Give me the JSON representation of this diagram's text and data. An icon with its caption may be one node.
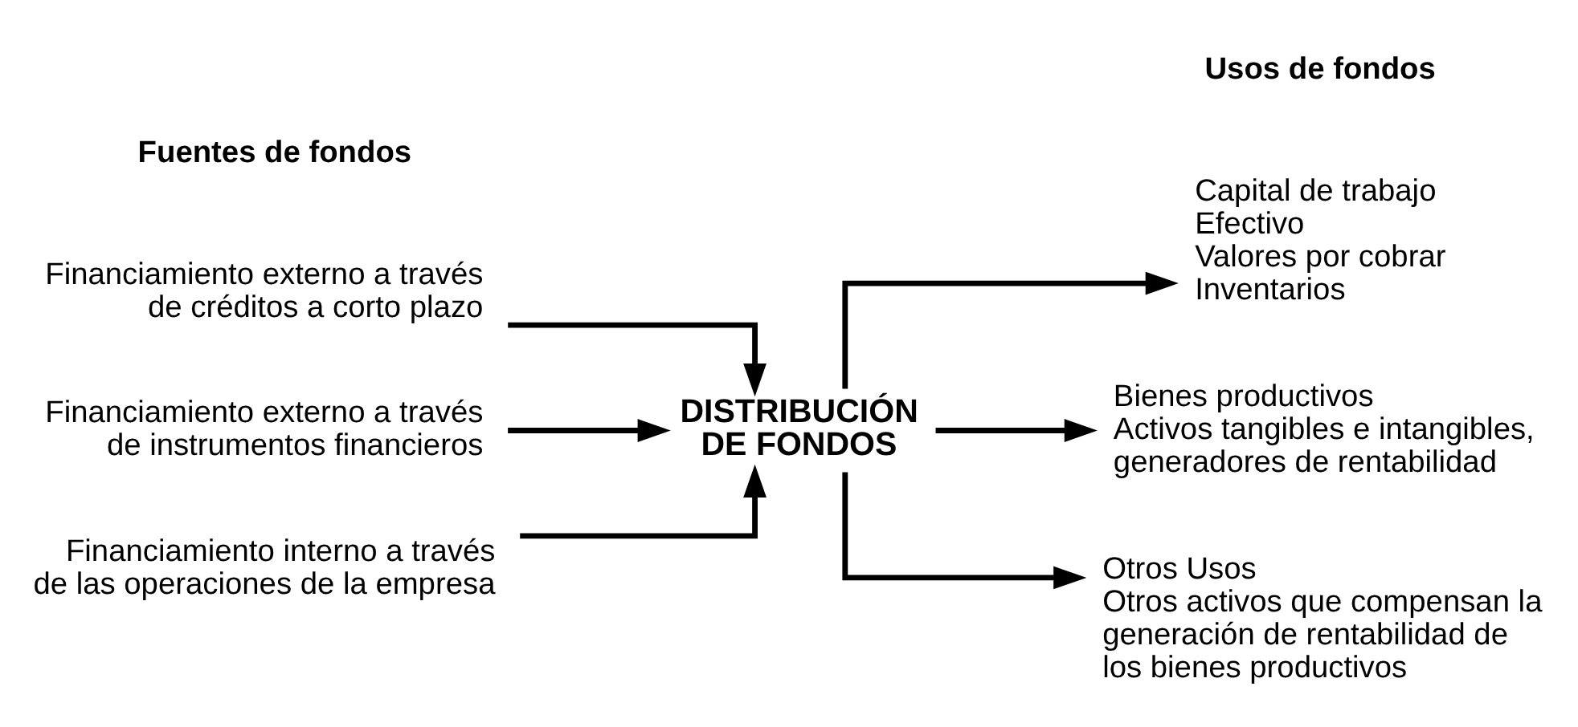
{
  "diagram": {
    "nodes": [
      {
        "text": [
          "Financiamiento externo a través de créditos a corto plazo"
        ]
      },
      {
        "text": [
          "Financiamiento externo a través de instrumentos financieros"
        ]
      },
      {
        "text": [
          "Financiamiento interno a través de las operaciones de la empresa"
        ]
      },
      {
        "text": [
          "DISTRIBUCIÓN DE FONDOS"
        ]
      },
      {
        "text": [
          "Capital de trabajo",
          "Efectivo",
          "Valores por cobrar",
          "Inventarios"
        ]
      },
      {
        "text": [
          "Bienes productivos",
          "Activos tangibles e intangibles, generadores de rentabilidad"
        ]
      },
      {
        "text": [
          "Otros Usos",
          "Otros activos que compensan la generación de rentabilidad de los bienes productivos"
        ]
      }
    ],
    "edges": [
      {
        "from": 0,
        "to": 3,
        "arrow": "to"
      },
      {
        "from": 1,
        "to": 3,
        "arrow": "to"
      },
      {
        "from": 2,
        "to": 3,
        "arrow": "to"
      },
      {
        "from": 3,
        "to": 4,
        "arrow": "to"
      },
      {
        "from": 3,
        "to": 5,
        "arrow": "to"
      },
      {
        "from": 3,
        "to": 6,
        "arrow": "to"
      }
    ],
    "labels": [
      "Fuentes de fondos",
      "Usos de fondos"
    ]
  }
}
